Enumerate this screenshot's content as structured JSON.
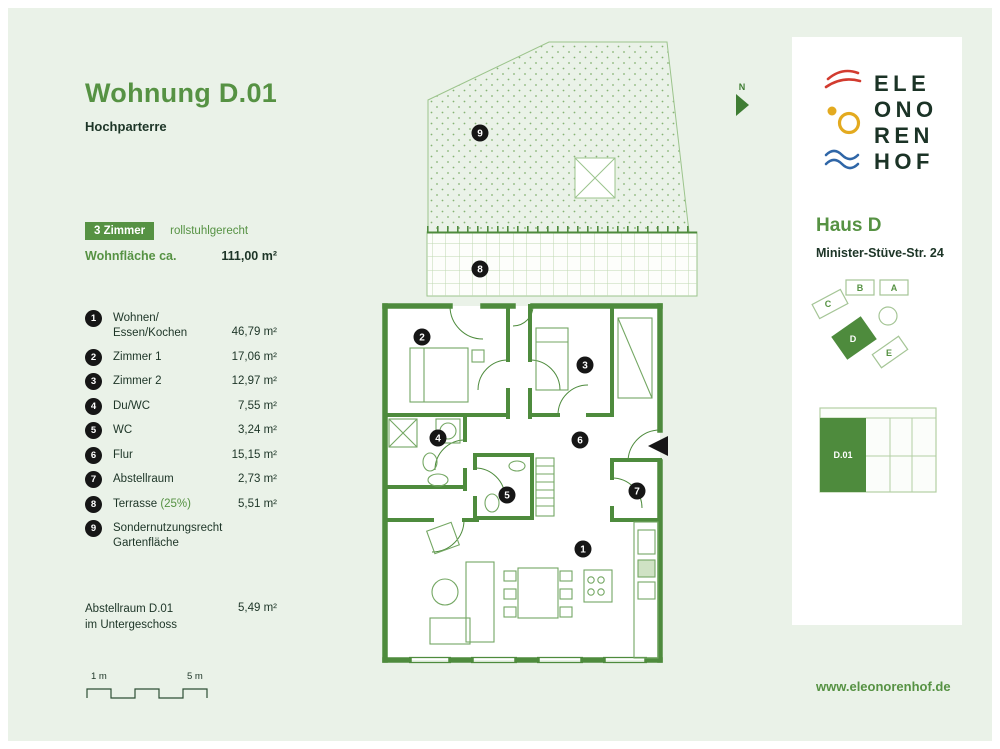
{
  "colors": {
    "accent": "#569243",
    "wall": "#4e8b3d",
    "dark": "#1d3527",
    "background": "#eaf2e8",
    "card": "#ffffff",
    "logo_red": "#d23b2f",
    "logo_yellow": "#e3aa1f",
    "logo_blue": "#2f66a7",
    "marker_black": "#161616"
  },
  "header": {
    "title": "Wohnung D.01",
    "subtitle": "Hochparterre"
  },
  "facts": {
    "rooms_badge": "3 Zimmer",
    "accessibility": "rollstuhlgerecht",
    "area_label": "Wohnfläche ca.",
    "area_value": "111,00 m²"
  },
  "legend": [
    {
      "num": "1",
      "line1": "Wohnen/",
      "line2": "Essen/Kochen",
      "value": "46,79 m²"
    },
    {
      "num": "2",
      "line1": "Zimmer 1",
      "value": "17,06 m²"
    },
    {
      "num": "3",
      "line1": "Zimmer 2",
      "value": "12,97 m²"
    },
    {
      "num": "4",
      "line1": "Du/WC",
      "value": "7,55 m²"
    },
    {
      "num": "5",
      "line1": "WC",
      "value": "3,24 m²"
    },
    {
      "num": "6",
      "line1": "Flur",
      "value": "15,15 m²"
    },
    {
      "num": "7",
      "line1": "Abstellraum",
      "value": "2,73 m²"
    },
    {
      "num": "8",
      "line1": "Terrasse",
      "suffix": "(25%)",
      "value": "5,51 m²"
    },
    {
      "num": "9",
      "line1": "Sondernutzungsrecht",
      "line2": "Gartenfläche",
      "value": ""
    }
  ],
  "storage": {
    "line1": "Abstellraum D.01",
    "line2": "im Untergeschoss",
    "value": "5,49 m²"
  },
  "scale": {
    "from": "1 m",
    "to": "5 m"
  },
  "plan": {
    "north": "N",
    "labels": {
      "n1": "1",
      "n2": "2",
      "n3": "3",
      "n4": "4",
      "n5": "5",
      "n6": "6",
      "n7": "7",
      "n8": "8",
      "n9": "9"
    }
  },
  "sidebar": {
    "logo": [
      "ELE",
      "ONO",
      "REN",
      "HOF"
    ],
    "house": "Haus D",
    "address": "Minister-Stüve-Str. 24",
    "site": {
      "a": "A",
      "b": "B",
      "c": "C",
      "d": "D",
      "e": "E"
    },
    "unit": "D.01",
    "website": "www.eleonorenhof.de"
  }
}
